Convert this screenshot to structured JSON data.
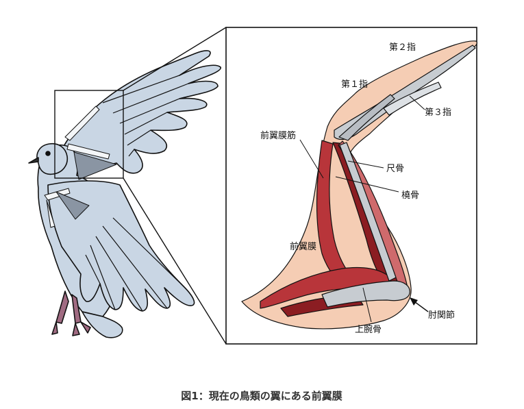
{
  "figure": {
    "caption": "図1：現在の鳥類の翼にある前翼膜",
    "labels": {
      "finger2": "第２指",
      "finger1": "第１指",
      "finger3": "第３指",
      "propatagialis_muscle": "前翼膜筋",
      "ulna": "尺骨",
      "radius": "橈骨",
      "propatagium": "前翼膜",
      "elbow": "肘関節",
      "humerus": "上腕骨"
    }
  },
  "colors": {
    "bird_body": "#c9d6e4",
    "bone": "#d6dbe0",
    "skin": "#f5cdb4",
    "muscle_dark": "#8b1d22",
    "muscle_mid": "#b8353a",
    "muscle_light": "#cf6a6c",
    "feet": "#a06b82",
    "outline": "#111111"
  }
}
